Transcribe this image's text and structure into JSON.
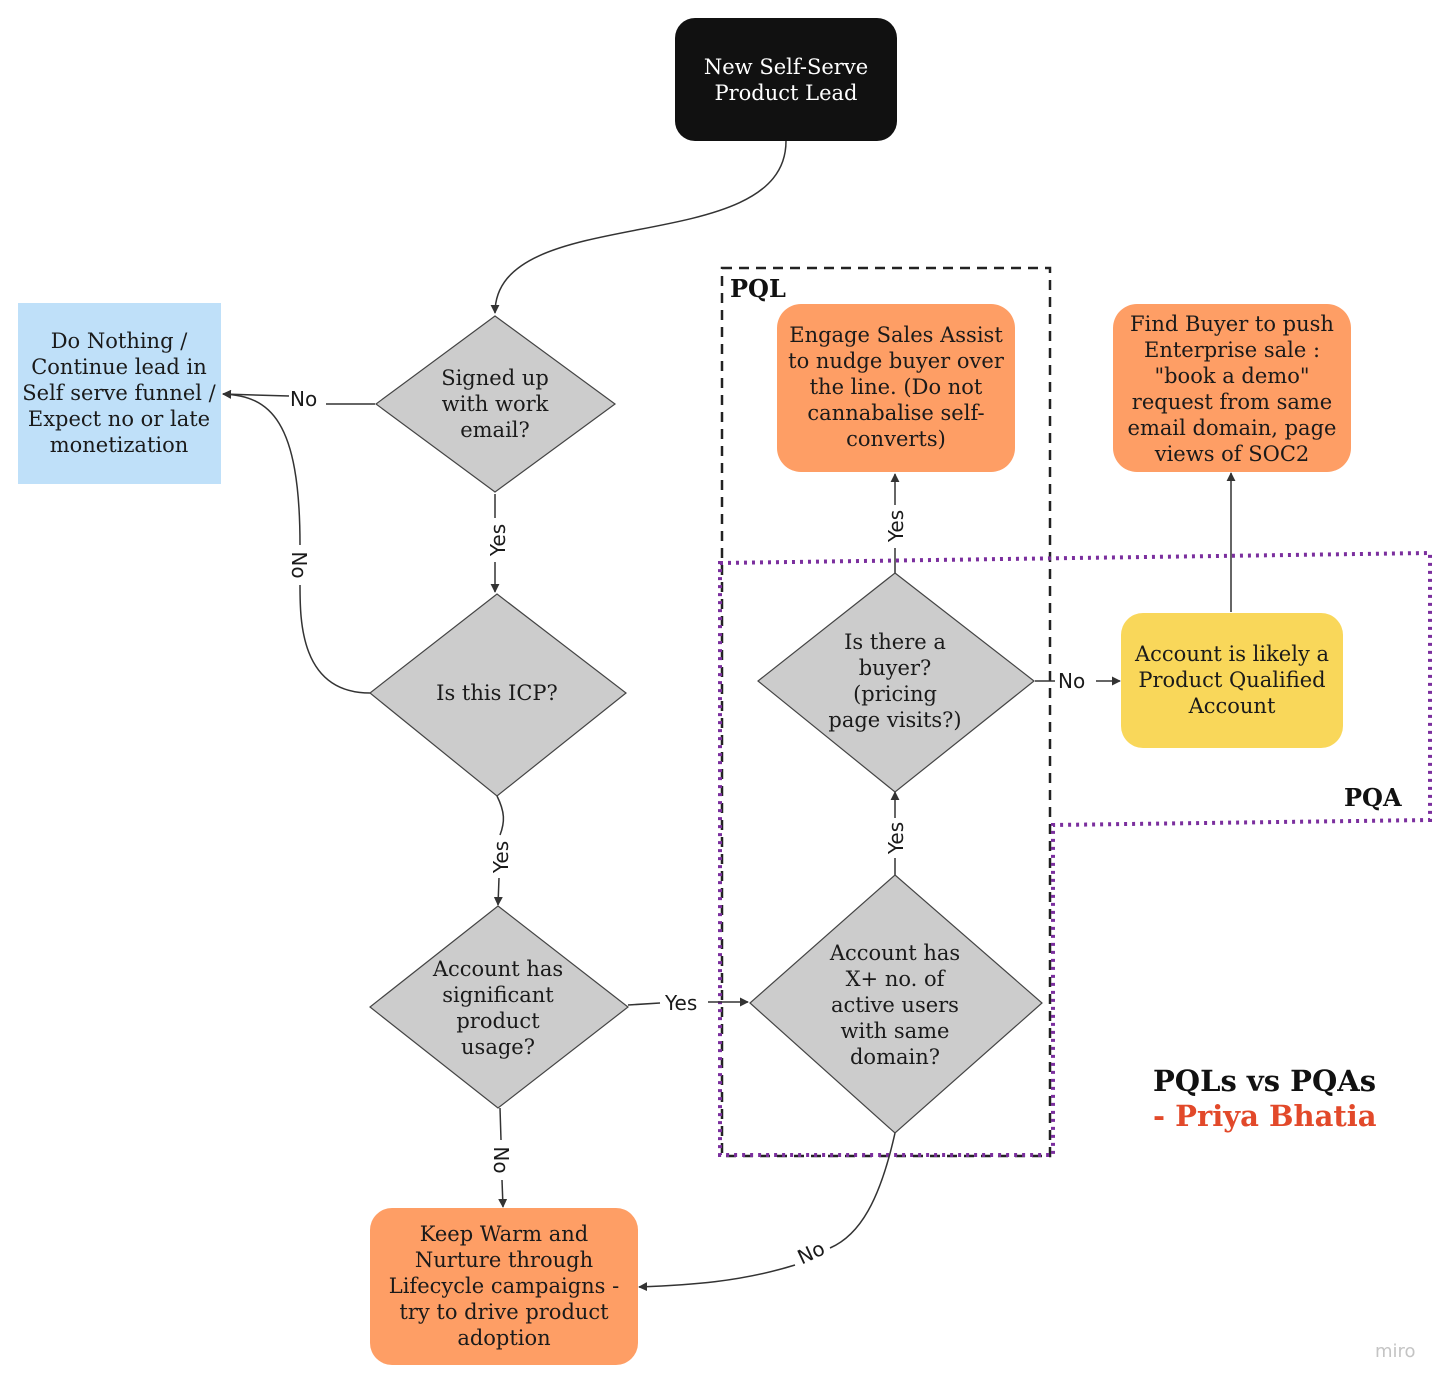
{
  "colors": {
    "start": "#111111",
    "decision": "#cccccc",
    "action": "#fe9e65",
    "info": "#bfe0f9",
    "pqa": "#f9d75a",
    "pql_border": "#222222",
    "pqa_border": "#7b2f9e",
    "author": "#e2492a"
  },
  "nodes": {
    "start": [
      "New Self-Serve",
      "Product Lead"
    ],
    "work_email": [
      "Signed up",
      "with work",
      "email?"
    ],
    "do_nothing": [
      "Do Nothing /",
      "Continue lead in",
      "Self serve funnel /",
      "Expect no or late",
      "monetization"
    ],
    "icp": [
      "Is this ICP?"
    ],
    "usage": [
      "Account has",
      "significant",
      "product",
      "usage?"
    ],
    "keep_warm": [
      "Keep Warm and",
      "Nurture through",
      "Lifecycle campaigns -",
      "try to drive product",
      "adoption"
    ],
    "active_users": [
      "Account has",
      "X+ no. of",
      "active users",
      "with same",
      "domain?"
    ],
    "buyer": [
      "Is there a",
      "buyer?",
      "(pricing",
      "page visits?)"
    ],
    "sales_assist": [
      "Engage Sales Assist",
      "to nudge buyer over",
      "the line. (Do not",
      "cannabalise self-",
      "converts)"
    ],
    "pqa_node": [
      "Account is likely a",
      "Product Qualified",
      "Account"
    ],
    "enterprise": [
      "Find Buyer to push",
      "Enterprise sale :",
      "\"book a demo\"",
      "request from same",
      "email domain, page",
      "views of SOC2"
    ]
  },
  "edge_labels": {
    "email_no": "No",
    "email_yes": "Yes",
    "icp_no": "No",
    "icp_yes": "Yes",
    "usage_yes": "Yes",
    "usage_no": "No",
    "active_yes": "Yes",
    "active_no": "No",
    "buyer_yes": "Yes",
    "buyer_no": "No"
  },
  "regions": {
    "pql": "PQL",
    "pqa": "PQA"
  },
  "credit": {
    "title": "PQLs vs PQAs",
    "author": "- Priya Bhatia"
  },
  "watermark": "miro"
}
